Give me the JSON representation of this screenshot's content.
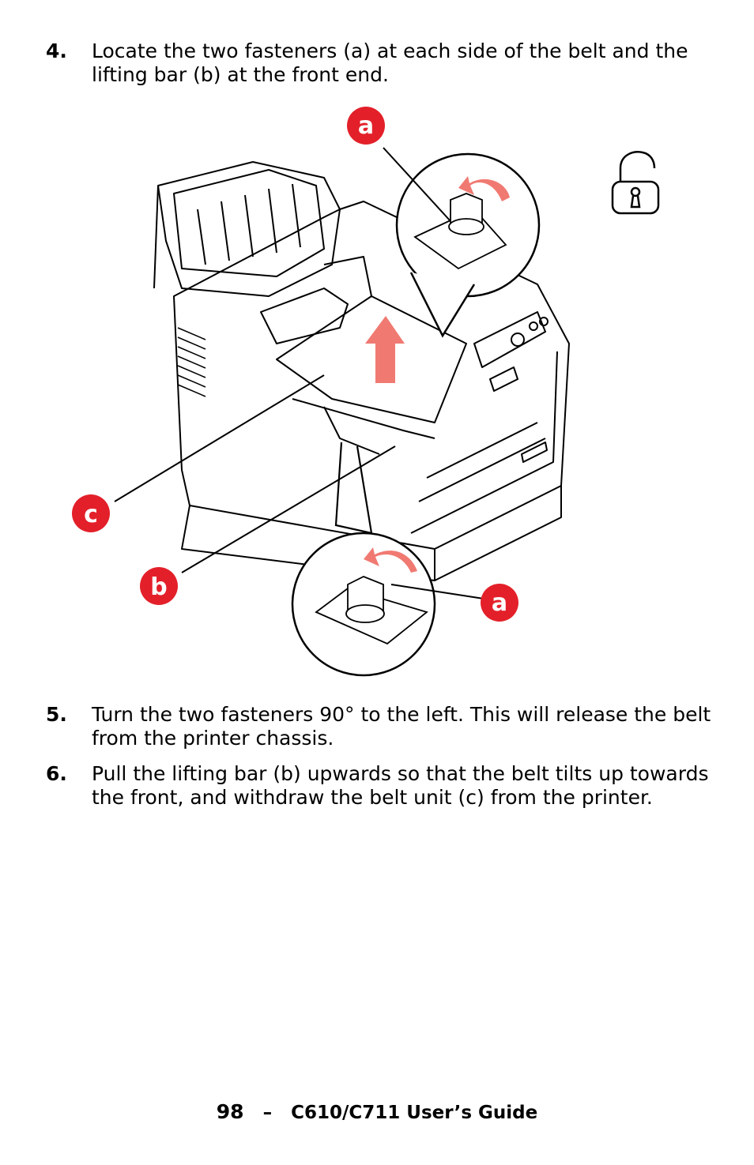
{
  "steps": [
    {
      "number": "4.",
      "text": "Locate the two fasteners (a) at each side of the belt and the lifting bar (b) at the front end."
    },
    {
      "number": "5.",
      "text": "Turn the two fasteners 90° to the left. This will release the belt from the printer chassis."
    },
    {
      "number": "6.",
      "text": "Pull the lifting bar (b) upwards so that the belt tilts up towards the front, and withdraw the belt unit (c) from the printer."
    }
  ],
  "figure": {
    "callouts": {
      "a_top": "a",
      "a_bottom": "a",
      "b": "b",
      "c": "c"
    },
    "icons": [
      "unlock-icon",
      "rotate-left-arrow-icon",
      "lift-up-arrow-icon"
    ],
    "colors": {
      "callout": "#e3202a",
      "arrow": "#f07a72"
    }
  },
  "footer": {
    "page": "98",
    "separator": "–",
    "title": "C610/C711 User’s Guide"
  }
}
